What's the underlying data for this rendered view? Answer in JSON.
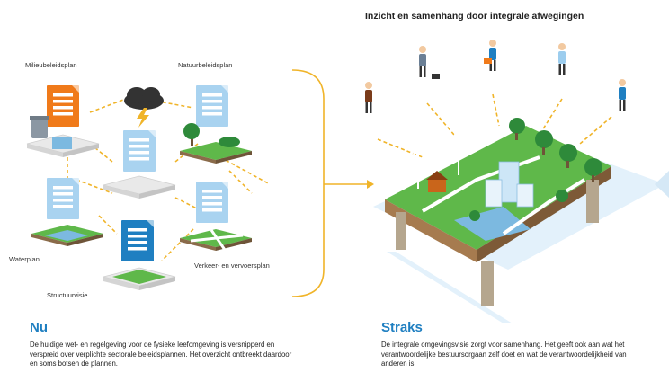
{
  "labels": {
    "milieu": "Milieubeleidsplan",
    "natuur": "Natuurbeleidsplan",
    "water": "Waterplan",
    "verkeer": "Verkeer- en vervoersplan",
    "structuur": "Structuurvisie"
  },
  "top_title": "Inzicht en samenhang door integrale afwegingen",
  "nu": {
    "title": "Nu",
    "text": "De huidige wet- en regelgeving voor de fysieke leefomgeving is versnipperd en verspreid over verplichte sectorale beleidsplannen. Het overzicht ontbreekt daardoor en soms botsen de plannen."
  },
  "straks": {
    "title": "Straks",
    "text": "De integrale omgevingsvisie zorgt voor samenhang. Het geeft ook aan wat het verantwoordelijke bestuursorgaan zelf doet en wat de verantwoordelijkheid van anderen is."
  },
  "colors": {
    "accent_blue": "#1f7fc1",
    "doc_light_blue": "#a9d3f0",
    "doc_orange": "#f07a1a",
    "doc_dark_blue": "#1f7fc1",
    "grass": "#5fb84a",
    "dotted_line": "#f0b429",
    "platform": "#e6e6e6"
  },
  "icons": [
    "storm-cloud-icon",
    "trash-bin-icon",
    "tree-icon",
    "wind-turbine-icon",
    "house-icon",
    "person-icon"
  ]
}
